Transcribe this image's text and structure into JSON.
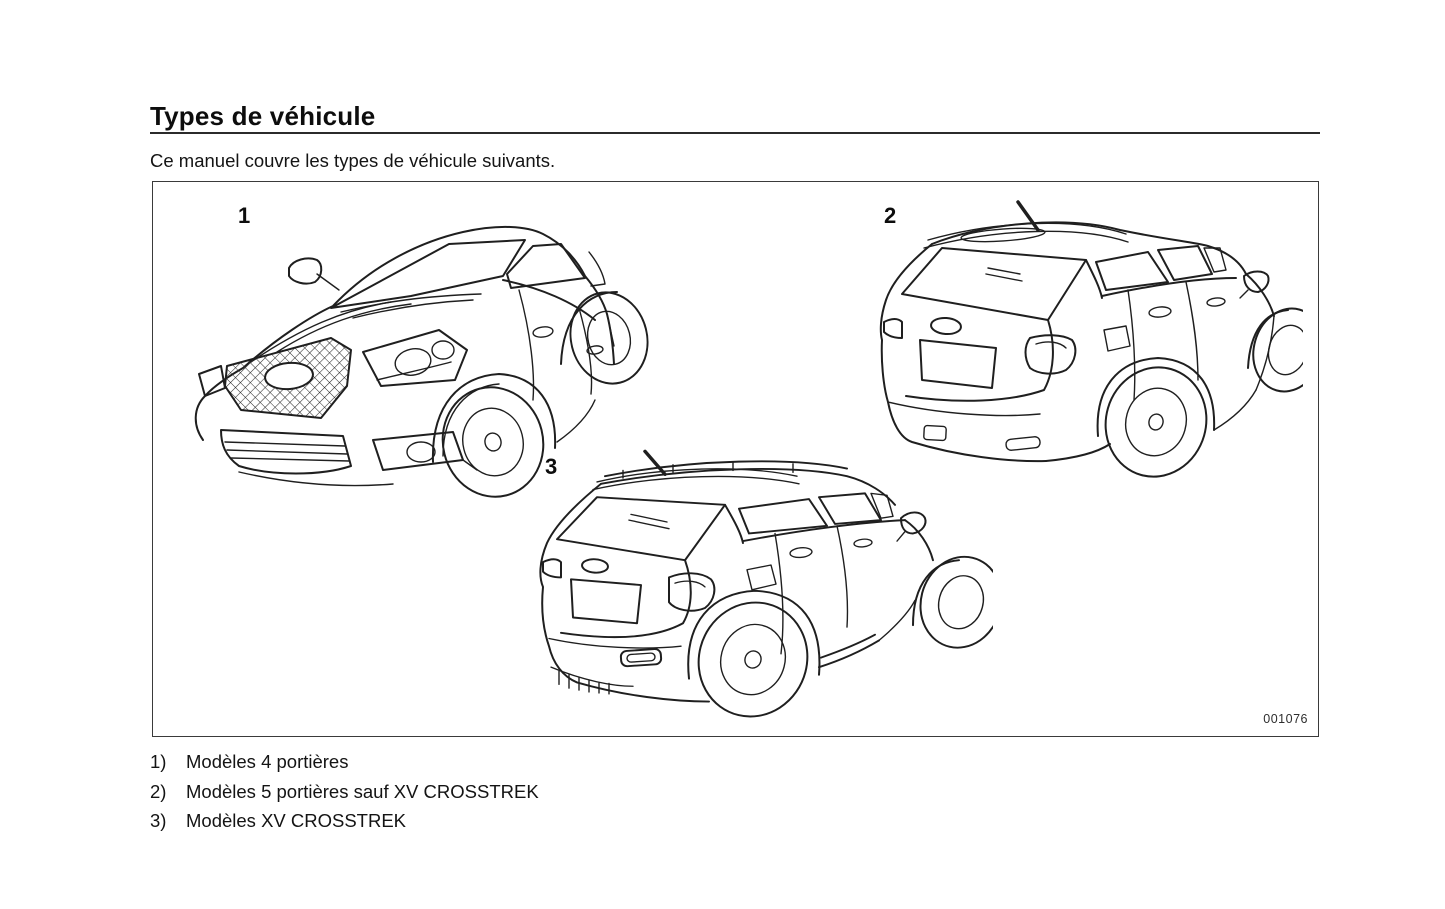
{
  "title": "Types de véhicule",
  "intro": "Ce manuel couvre les types de véhicule suivants.",
  "figure": {
    "label1": "1",
    "label2": "2",
    "label3": "3",
    "code": "001076"
  },
  "legend": [
    {
      "num": "1)",
      "label": "Modèles 4 portières"
    },
    {
      "num": "2)",
      "label": "Modèles 5 portières sauf XV CROSSTREK"
    },
    {
      "num": "3)",
      "label": "Modèles XV CROSSTREK"
    }
  ]
}
